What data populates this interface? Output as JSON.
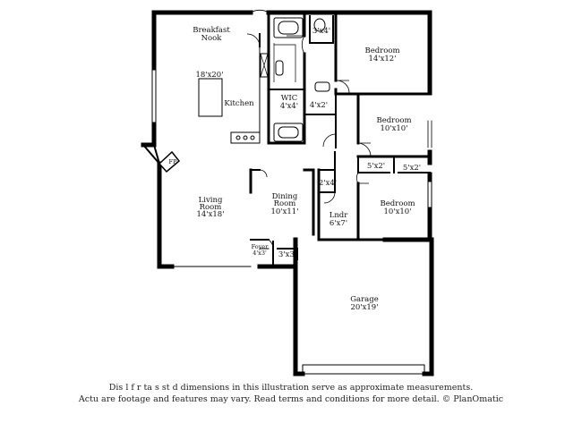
{
  "rooms": {
    "breakfast_nook": {
      "name": "Breakfast",
      "name2": "Nook",
      "dims": "18'x20'"
    },
    "kitchen": {
      "name": "Kitchen"
    },
    "closet_top": {
      "dims": "3'x4'"
    },
    "bedroom_1": {
      "name": "Bedroom",
      "dims": "14'x12'"
    },
    "wic": {
      "name": "WIC",
      "dims": "4'x4'"
    },
    "closet_4x2": {
      "dims": "4'x2'"
    },
    "bedroom_2": {
      "name": "Bedroom",
      "dims": "10'x10'"
    },
    "fireplace": {
      "name": "FP"
    },
    "closet_5x2_a": {
      "dims": "5'x2'"
    },
    "closet_5x2_b": {
      "dims": "5'x2'"
    },
    "closet_2x4": {
      "dims": "2'x4'"
    },
    "living_room": {
      "name": "Living",
      "name2": "Room",
      "dims": "14'x18'"
    },
    "dining_room": {
      "name": "Dining",
      "name2": "Room",
      "dims": "10'x11'"
    },
    "bedroom_3": {
      "name": "Bedroom",
      "dims": "10'x10'"
    },
    "laundry": {
      "name": "Lndr",
      "dims": "6'x7'"
    },
    "foyer": {
      "name": "Foyer",
      "dims": "4'x3'"
    },
    "closet_3x3": {
      "dims": "3'x3'"
    },
    "garage": {
      "name": "Garage",
      "dims": "20'x19'"
    }
  },
  "disclaimer": {
    "line1": "Dis        l      f      r    ta    s    st      d dimensions in this illustration serve as approximate measurements.",
    "line2": "Actu         are footage and features may vary. Read terms and conditions for more detail. © PlanOmatic"
  }
}
